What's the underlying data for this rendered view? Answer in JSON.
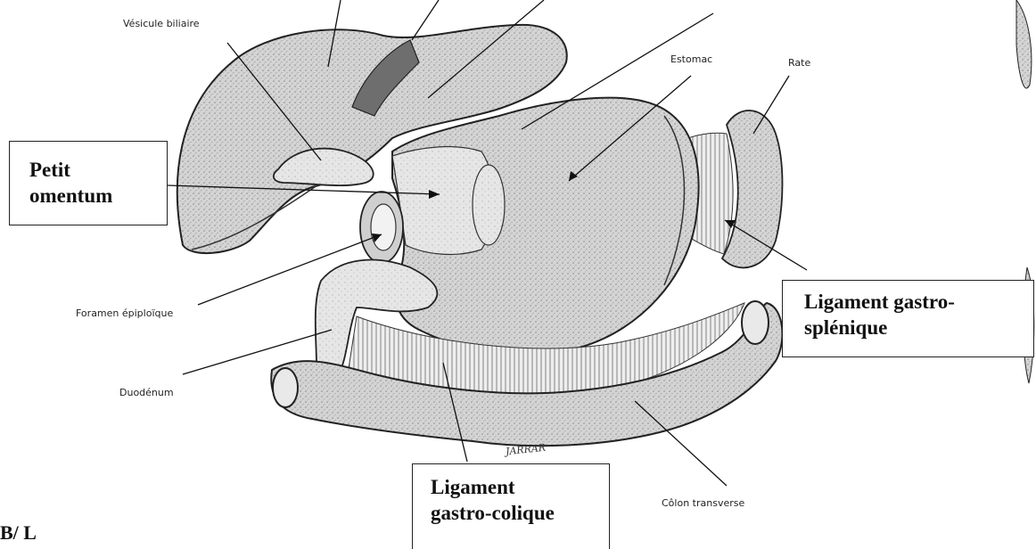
{
  "labels": {
    "vesicule": "Vésicule biliaire",
    "estomac": "Estomac",
    "rate": "Rate",
    "foramen": "Foramen épiploïque",
    "duodenum": "Duodénum",
    "colon": "Côlon transverse"
  },
  "boxes": {
    "petit_omentum": [
      "Petit",
      "omentum"
    ],
    "ligament_gastro_splenique": [
      "Ligament gastro-",
      "splénique"
    ],
    "ligament_gastro_colique": [
      "Ligament",
      "gastro-colique"
    ]
  },
  "signature": "JARRAR",
  "bottom_text": "B/ L",
  "colors": {
    "ink": "#222222",
    "shade": "#b9b9b9",
    "light": "#e2e2e2"
  }
}
